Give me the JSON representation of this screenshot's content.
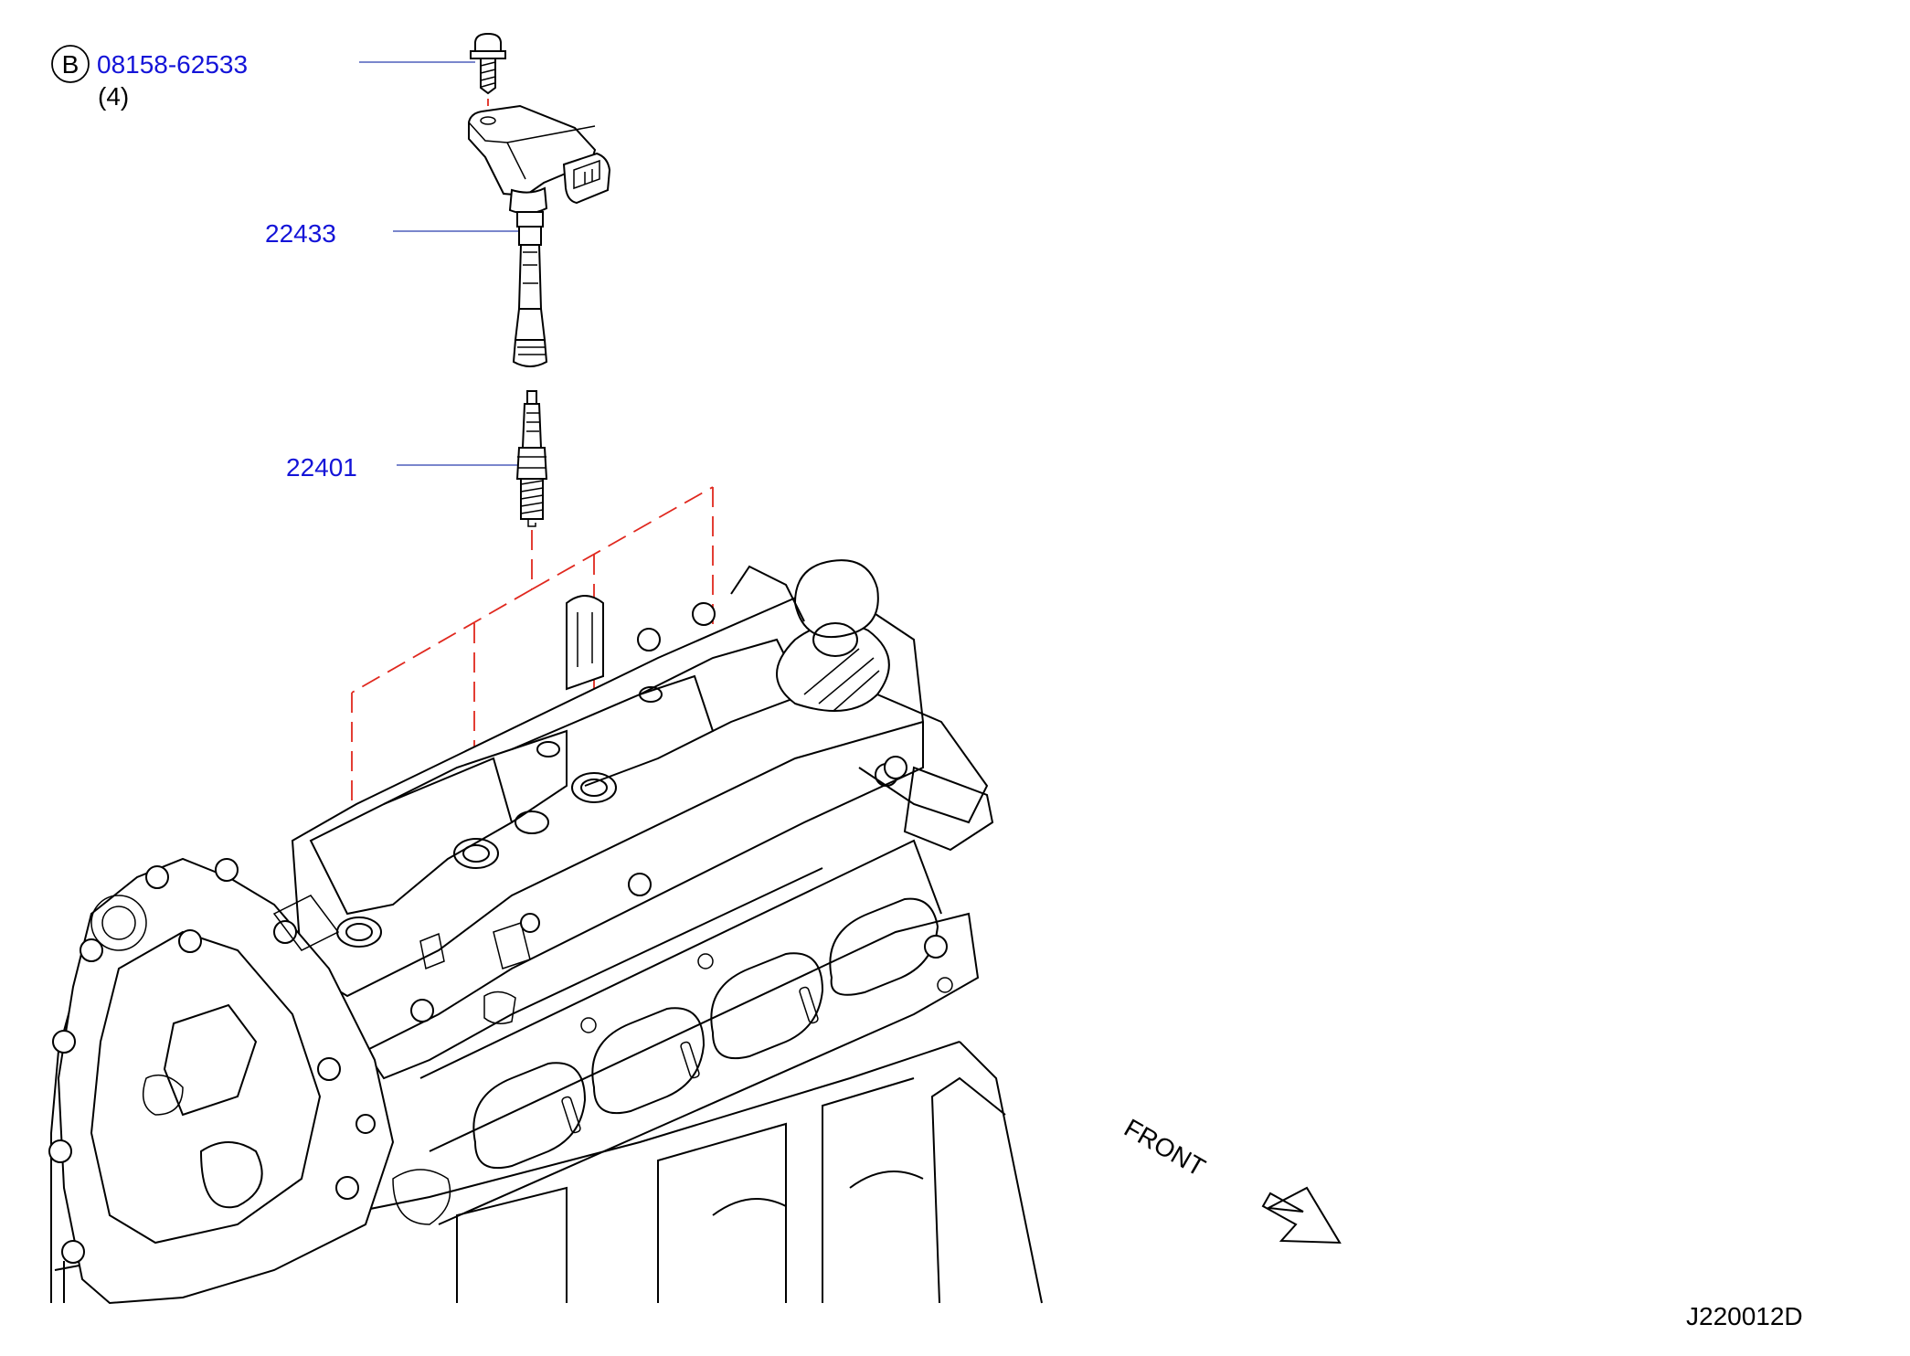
{
  "callouts": [
    {
      "id": "bolt",
      "badge": "B",
      "part_number": "08158-62533",
      "quantity": "(4)"
    },
    {
      "id": "ignition-coil",
      "part_number": "22433"
    },
    {
      "id": "spark-plug",
      "part_number": "22401"
    }
  ],
  "direction_label": "FRONT",
  "diagram_code": "J220012D",
  "colors": {
    "callout_text": "#1414d8",
    "leader_line": "#2a3fae",
    "hidden_line": "#e0281e",
    "drawing": "#000000"
  }
}
